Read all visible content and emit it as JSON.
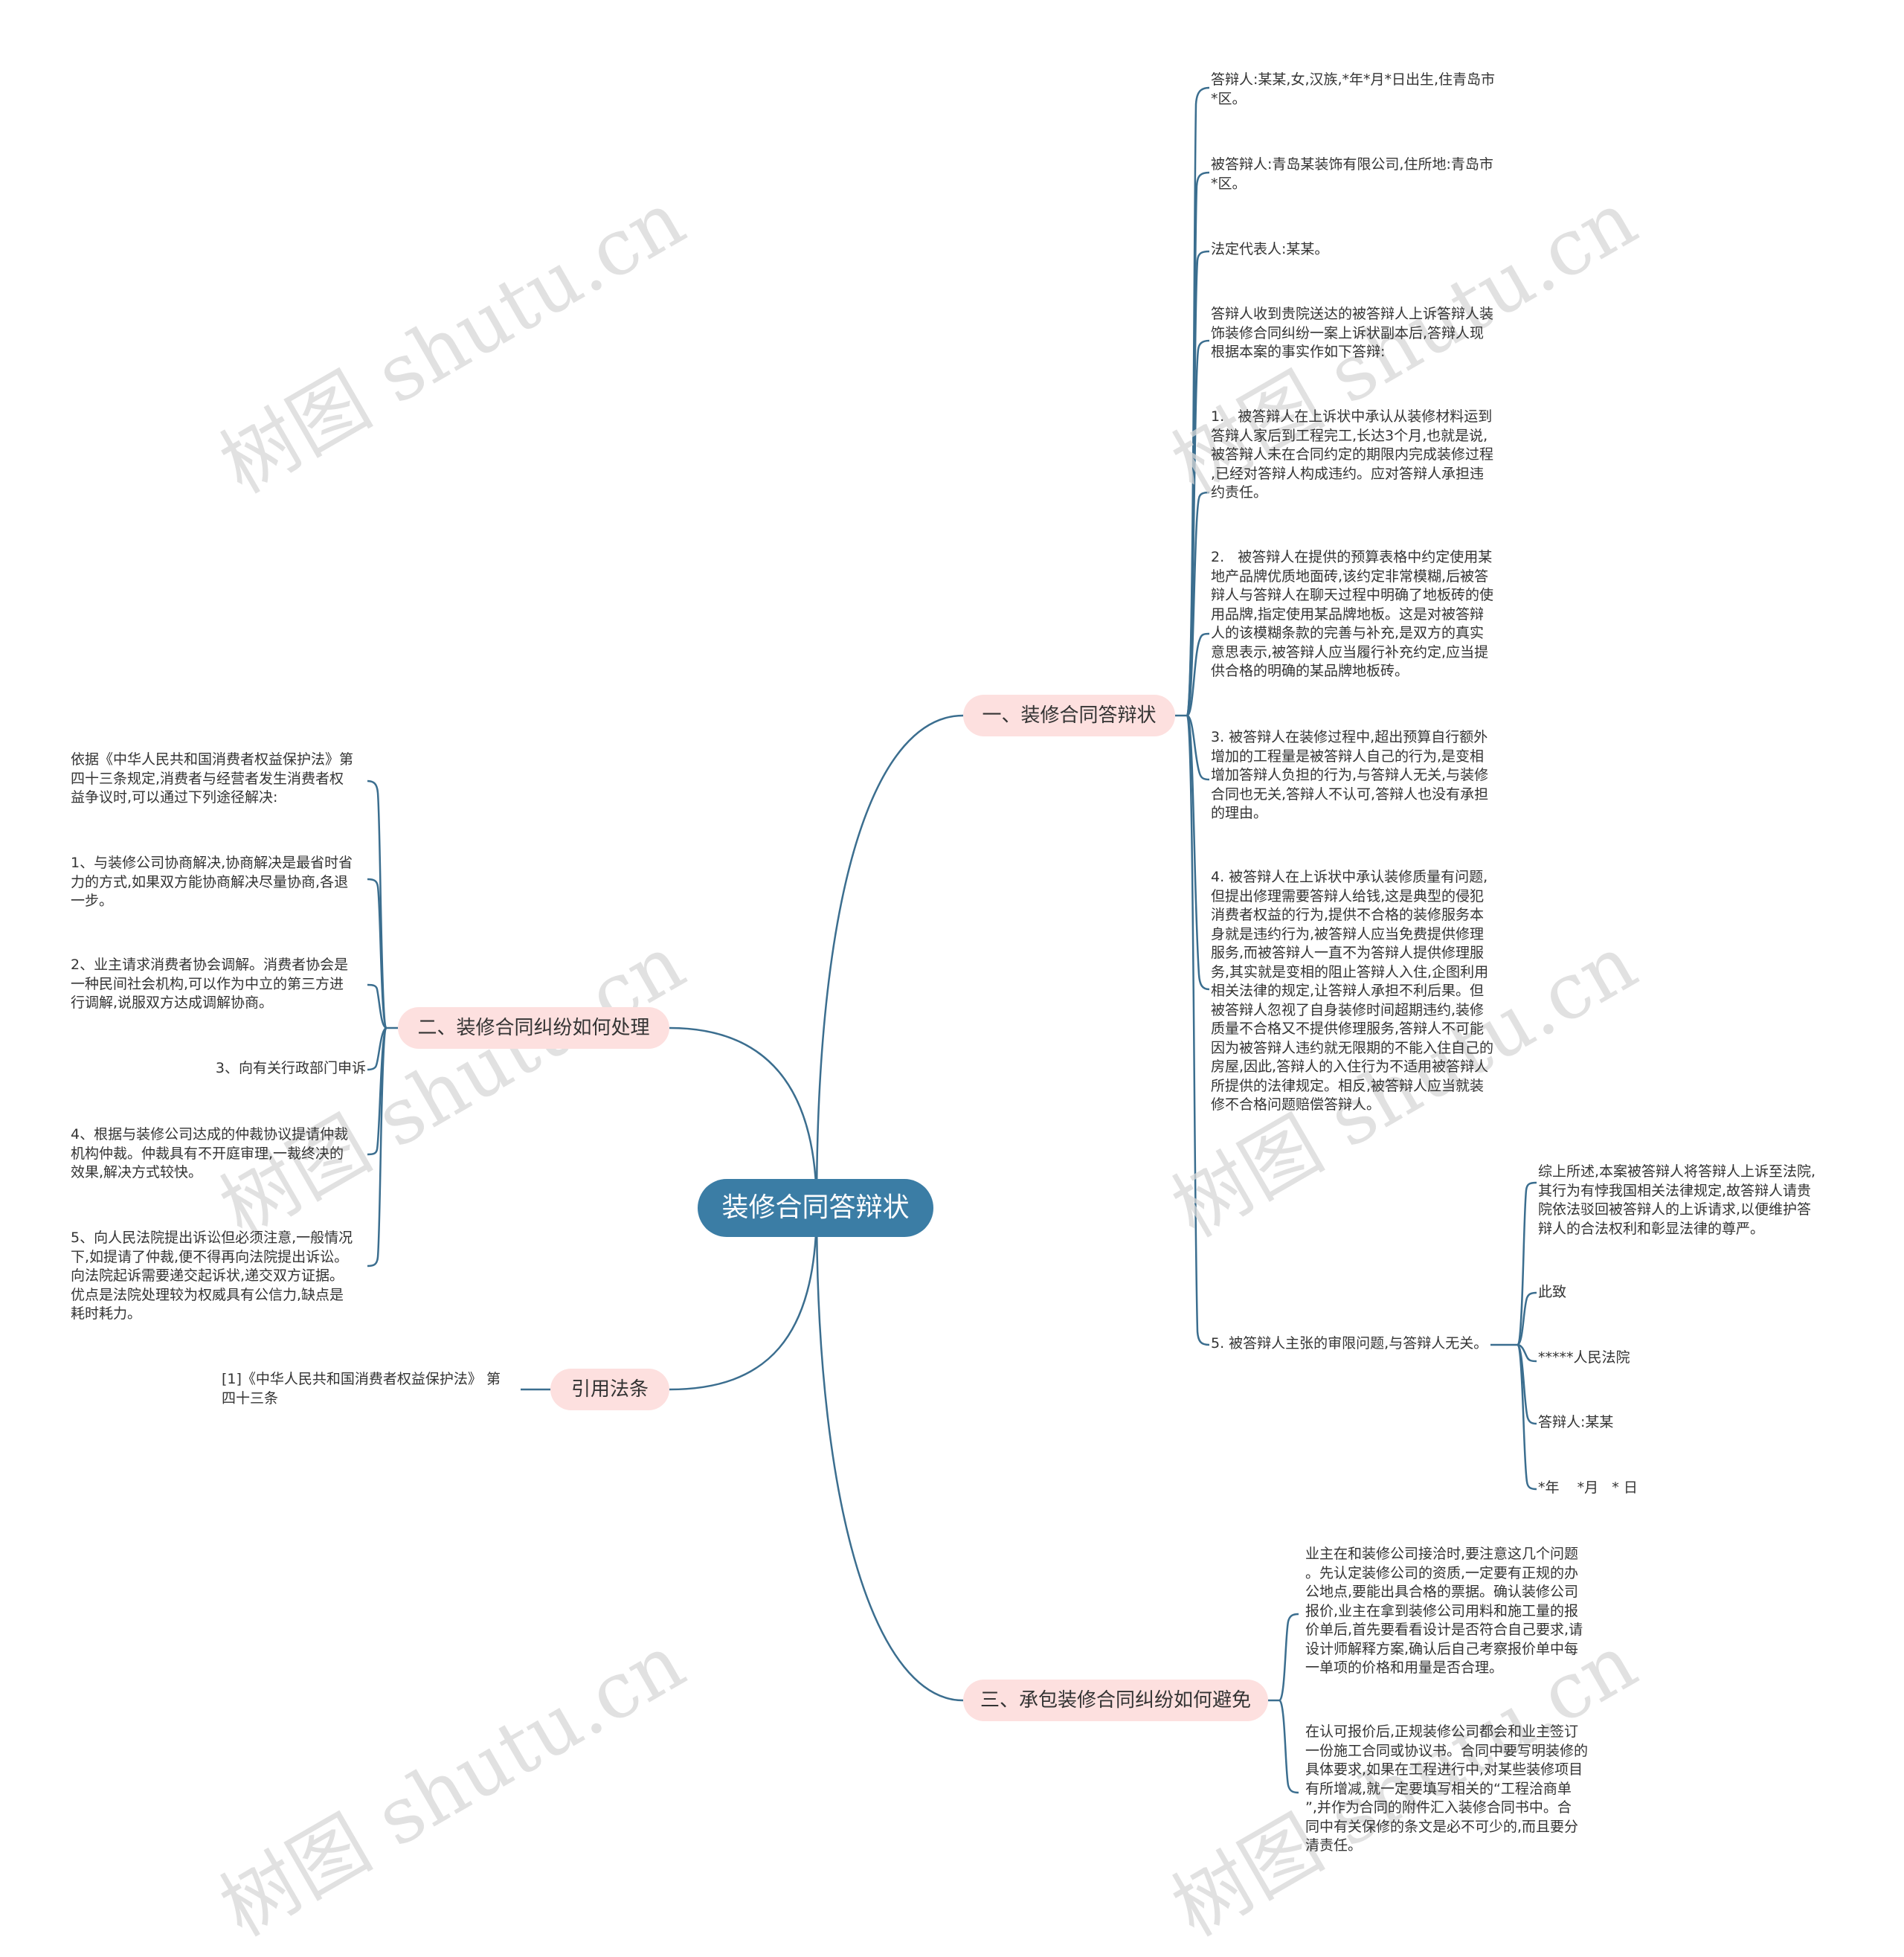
{
  "root": {
    "label": "装修合同答辩状"
  },
  "branches": {
    "b1": {
      "label": "一、装修合同答辩状",
      "leaves": [
        "答辩人:某某,女,汉族,*年*月*日出生,住青岛市\n*区。",
        "被答辩人:青岛某装饰有限公司,住所地:青岛市\n*区。",
        "法定代表人:某某。",
        "答辩人收到贵院送达的被答辩人上诉答辩人装\n饰装修合同纠纷一案上诉状副本后,答辩人现\n根据本案的事实作如下答辩:",
        "1.   被答辩人在上诉状中承认从装修材料运到\n答辩人家后到工程完工,长达3个月,也就是说,\n被答辩人未在合同约定的期限内完成装修过程\n,已经对答辩人构成违约。应对答辩人承担违\n约责任。",
        "2.   被答辩人在提供的预算表格中约定使用某\n地产品牌优质地面砖,该约定非常模糊,后被答\n辩人与答辩人在聊天过程中明确了地板砖的使\n用品牌,指定使用某品牌地板。这是对被答辩\n人的该模糊条款的完善与补充,是双方的真实\n意思表示,被答辩人应当履行补充约定,应当提\n供合格的明确的某品牌地板砖。",
        "3. 被答辩人在装修过程中,超出预算自行额外\n增加的工程量是被答辩人自己的行为,是变相\n增加答辩人负担的行为,与答辩人无关,与装修\n合同也无关,答辩人不认可,答辩人也没有承担\n的理由。",
        "4. 被答辩人在上诉状中承认装修质量有问题,\n但提出修理需要答辩人给钱,这是典型的侵犯\n消费者权益的行为,提供不合格的装修服务本\n身就是违约行为,被答辩人应当免费提供修理\n服务,而被答辩人一直不为答辩人提供修理服\n务,其实就是变相的阻止答辩人入住,企图利用\n相关法律的规定,让答辩人承担不利后果。但\n被答辩人忽视了自身装修时间超期违约,装修\n质量不合格又不提供修理服务,答辩人不可能\n因为被答辩人违约就无限期的不能入住自己的\n房屋,因此,答辩人的入住行为不适用被答辩人\n所提供的法律规定。相反,被答辩人应当就装\n修不合格问题赔偿答辩人。",
        "5. 被答辩人主张的审限问题,与答辩人无关。"
      ],
      "sub": [
        "综上所述,本案被答辩人将答辩人上诉至法院,\n其行为有悖我国相关法律规定,故答辩人请贵\n院依法驳回被答辩人的上诉请求,以便维护答\n辩人的合法权利和彰显法律的尊严。",
        "此致",
        "*****人民法院",
        "答辩人:某某",
        "*年    *月   * 日"
      ]
    },
    "b2": {
      "label": "二、装修合同纠纷如何处理",
      "leaves": [
        "依据《中华人民共和国消费者权益保护法》第\n四十三条规定,消费者与经营者发生消费者权\n益争议时,可以通过下列途径解决:",
        "1、与装修公司协商解决,协商解决是最省时省\n力的方式,如果双方能协商解决尽量协商,各退\n一步。",
        "2、业主请求消费者协会调解。消费者协会是\n一种民间社会机构,可以作为中立的第三方进\n行调解,说服双方达成调解协商。",
        "3、向有关行政部门申诉",
        "4、根据与装修公司达成的仲裁协议提请仲裁\n机构仲裁。仲裁具有不开庭审理,一裁终决的\n效果,解决方式较快。",
        "5、向人民法院提出诉讼但必须注意,一般情况\n下,如提请了仲裁,便不得再向法院提出诉讼。\n向法院起诉需要递交起诉状,递交双方证据。\n优点是法院处理较为权威具有公信力,缺点是\n耗时耗力。"
      ]
    },
    "b3": {
      "label": "引用法条",
      "leaves": [
        "[1]《中华人民共和国消费者权益保护法》 第\n四十三条"
      ]
    },
    "b4": {
      "label": "三、承包装修合同纠纷如何避免",
      "leaves": [
        "业主在和装修公司接洽时,要注意这几个问题\n。先认定装修公司的资质,一定要有正规的办\n公地点,要能出具合格的票据。确认装修公司\n报价,业主在拿到装修公司用料和施工量的报\n价单后,首先要看看设计是否符合自己要求,请\n设计师解释方案,确认后自己考察报价单中每\n一单项的价格和用量是否合理。",
        "在认可报价后,正规装修公司都会和业主签订\n一份施工合同或协议书。合同中要写明装修的\n具体要求,如果在工程进行中,对某些装修项目\n有所增减,就一定要填写相关的“工程洽商单\n”,并作为合同的附件汇入装修合同书中。合\n同中有关保修的条文是必不可少的,而且要分\n清责任。"
      ]
    }
  },
  "watermark": "树图 shutu.cn",
  "colors": {
    "line": "#3b6e8f",
    "root": "#3b7da5",
    "branch": "#fde0df"
  }
}
